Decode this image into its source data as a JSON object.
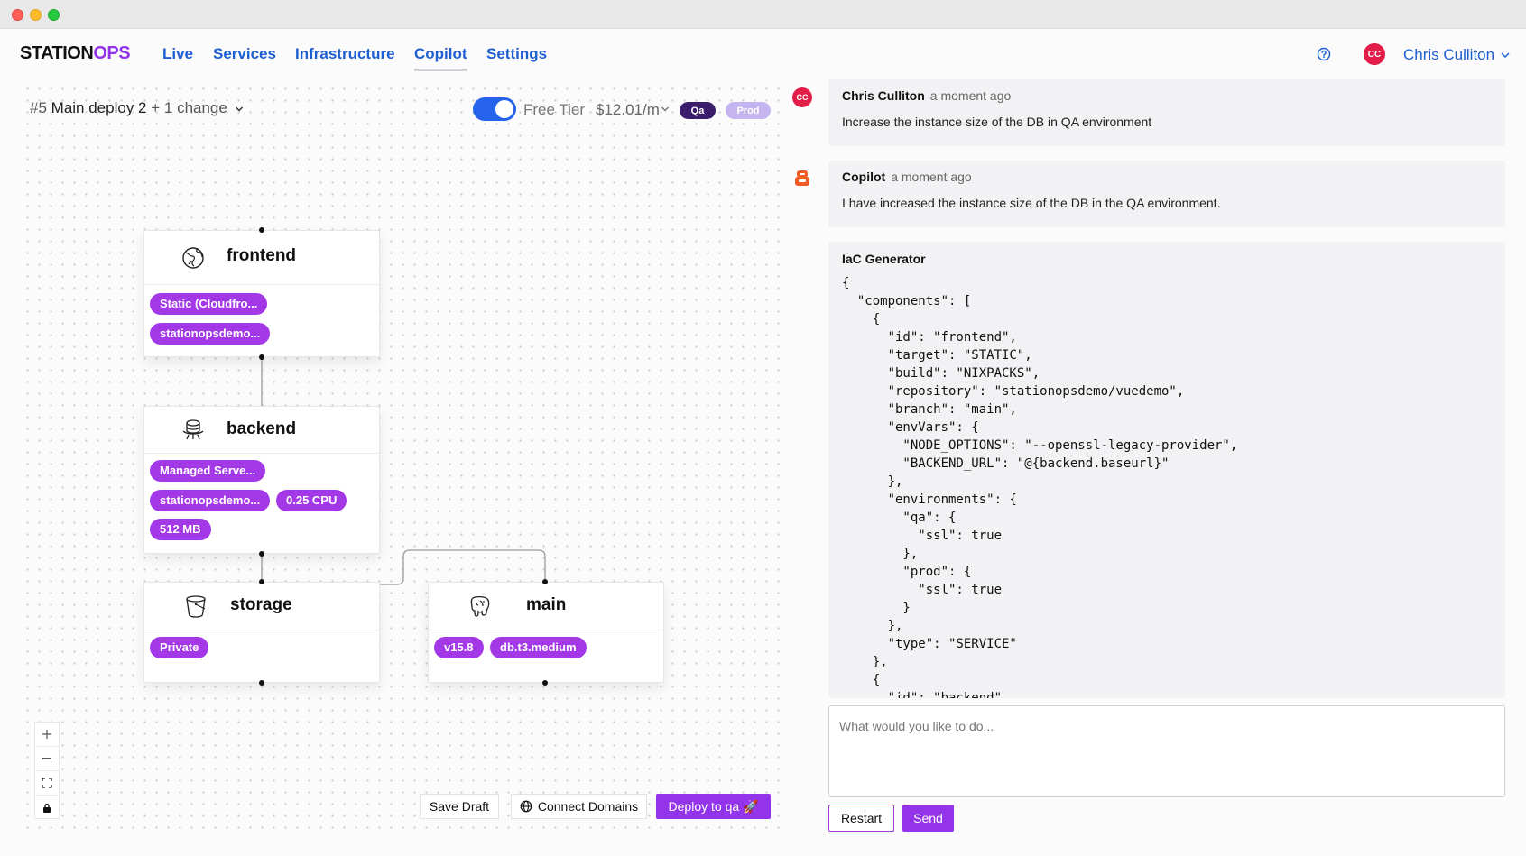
{
  "window": {
    "traffic_lights": [
      "close",
      "minimize",
      "maximize"
    ]
  },
  "brand": {
    "logo_main": "STATION",
    "logo_accent": "OPS",
    "accent_color": "#9333ea"
  },
  "nav": {
    "items": [
      {
        "label": "Live"
      },
      {
        "label": "Services"
      },
      {
        "label": "Infrastructure"
      },
      {
        "label": "Copilot",
        "active": true
      },
      {
        "label": "Settings"
      }
    ]
  },
  "user": {
    "initials": "CC",
    "name": "Chris Culliton"
  },
  "deploy": {
    "number": "#5",
    "name": "Main deploy 2",
    "changes": "+ 1 change",
    "free_tier_label": "Free Tier",
    "free_tier_on": true,
    "price": "$12.01/m",
    "env_qa": "Qa",
    "env_prod": "Prod"
  },
  "nodes": {
    "frontend": {
      "title": "frontend",
      "icon": "globe-icon",
      "tags": [
        "Static (Cloudfro...",
        "stationopsdemo..."
      ]
    },
    "backend": {
      "title": "backend",
      "icon": "server-icon",
      "tags": [
        "Managed Serve...",
        "stationopsdemo...",
        "0.25 CPU",
        "512 MB"
      ]
    },
    "storage": {
      "title": "storage",
      "icon": "bucket-icon",
      "tags": [
        "Private"
      ]
    },
    "main": {
      "title": "main",
      "icon": "postgres-elephant-icon",
      "tags": [
        "v15.8",
        "db.t3.medium"
      ]
    }
  },
  "actions": {
    "save_draft": "Save Draft",
    "connect_domains": "Connect Domains",
    "deploy": "Deploy to qa 🚀"
  },
  "chat": {
    "messages": [
      {
        "author": "Chris Culliton",
        "time": "a moment ago",
        "text": "Increase the instance size of the DB in QA environment"
      },
      {
        "author": "Copilot",
        "time": "a moment ago",
        "text": "I have increased the instance size of the DB in the QA environment."
      }
    ],
    "iac": {
      "title": "IaC Generator",
      "code": "{\n  \"components\": [\n    {\n      \"id\": \"frontend\",\n      \"target\": \"STATIC\",\n      \"build\": \"NIXPACKS\",\n      \"repository\": \"stationopsdemo/vuedemo\",\n      \"branch\": \"main\",\n      \"envVars\": {\n        \"NODE_OPTIONS\": \"--openssl-legacy-provider\",\n        \"BACKEND_URL\": \"@{backend.baseurl}\"\n      },\n      \"environments\": {\n        \"qa\": {\n          \"ssl\": true\n        },\n        \"prod\": {\n          \"ssl\": true\n        }\n      },\n      \"type\": \"SERVICE\"\n    },\n    {\n      \"id\": \"backend\","
    },
    "placeholder": "What would you like to do...",
    "restart": "Restart",
    "send": "Send"
  }
}
